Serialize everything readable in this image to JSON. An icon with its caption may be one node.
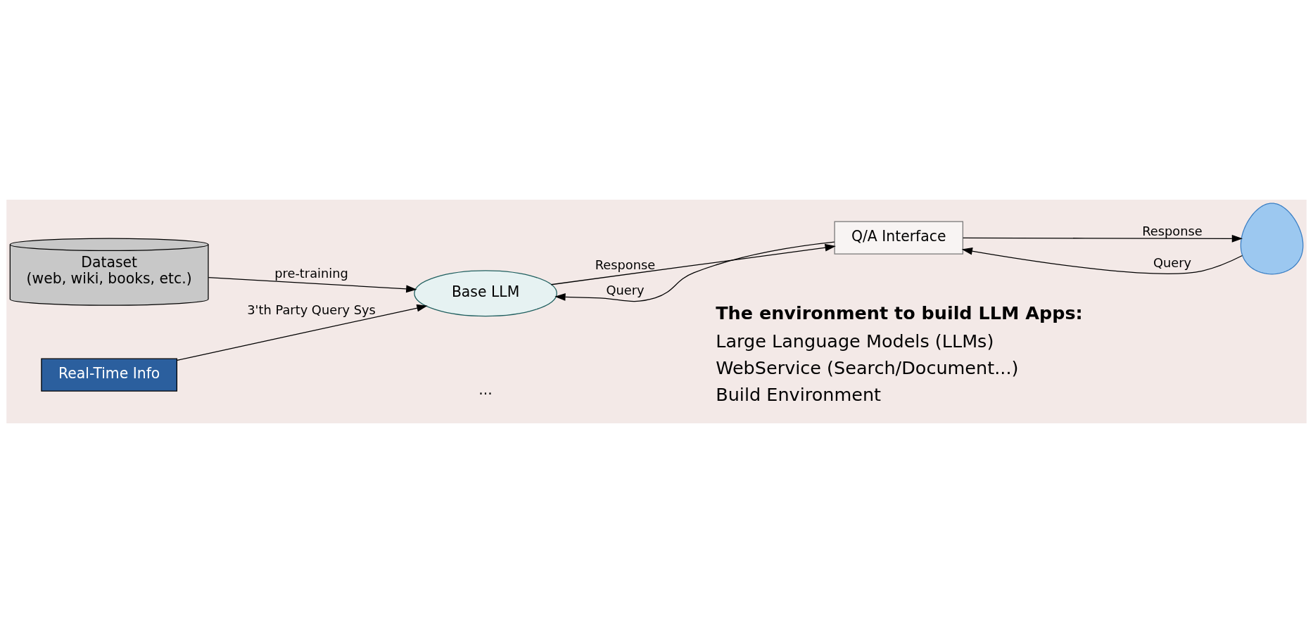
{
  "diagram": {
    "nodes": [
      {
        "text": [
          "Dataset",
          "(web, wiki, books, etc.)"
        ]
      },
      {
        "text": [
          "Base LLM"
        ]
      },
      {
        "text": [
          "Q/A Interface"
        ]
      },
      {
        "text": [],
        "shape": "person"
      },
      {
        "text": [
          "Real-Time Info"
        ]
      }
    ],
    "edges": [
      {
        "from": 0,
        "to": 1,
        "arrow": "to",
        "label": "pre-training"
      },
      {
        "from": 2,
        "to": 1,
        "arrow": "to",
        "label": "Query"
      },
      {
        "from": 1,
        "to": 2,
        "arrow": "to",
        "label": "Response"
      },
      {
        "from": 3,
        "to": 2,
        "arrow": "to",
        "label": "Query"
      },
      {
        "from": 2,
        "to": 3,
        "arrow": "to",
        "label": "Response"
      },
      {
        "from": 4,
        "to": 1,
        "arrow": "to",
        "label": "3'th Party Query Sys"
      }
    ],
    "labels": [
      "...",
      "The environment to build LLM Apps:",
      "Large Language Models (LLMs)",
      "WebService (Search/Document...)",
      "Build Environment"
    ]
  }
}
